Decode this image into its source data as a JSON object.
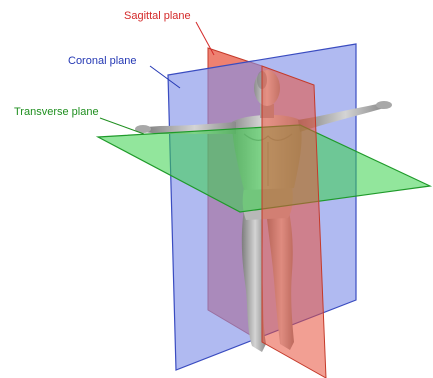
{
  "labels": {
    "sagittal": "Sagittal plane",
    "coronal": "Coronal plane",
    "transverse": "Transverse plane"
  },
  "colors": {
    "sagittal_label": "#d42a2a",
    "coronal_label": "#2438b4",
    "transverse_label": "#1f8f1f",
    "sagittal_fill": "#e8503a",
    "coronal_fill": "#7f8fe8",
    "transverse_fill": "#39d14a",
    "body_skin": "#b9b9b9",
    "background": "#ffffff"
  }
}
